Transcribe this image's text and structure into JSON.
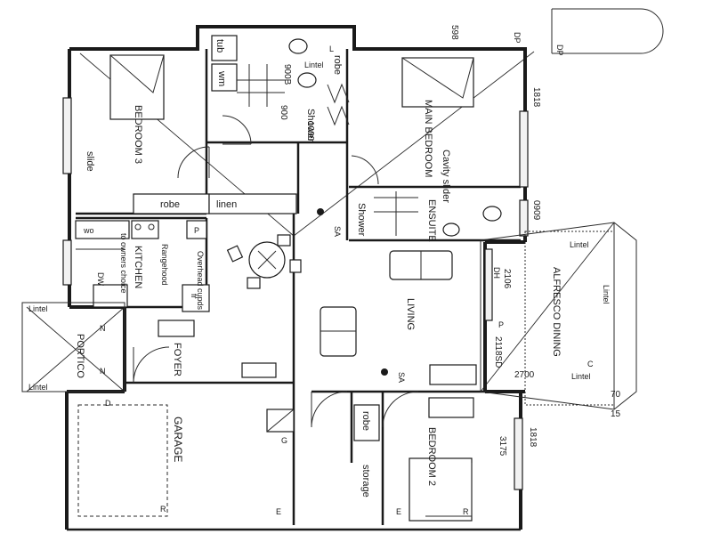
{
  "rooms": {
    "bedroom3": "BEDROOM 3",
    "main_bedroom": "MAIN BEDROOM",
    "ensuite": "ENSUITE",
    "kitchen": "KITCHEN",
    "living": "LIVING",
    "foyer": "FOYER",
    "portico": "PORTICO",
    "garage": "GARAGE",
    "bedroom2": "BEDROOM 2",
    "alfresco": "ALFRESCO DINING"
  },
  "fixtures": {
    "tub": "tub",
    "wm": "wm",
    "robe_top": "robe",
    "shower_top": "Shower",
    "robe_bedroom3": "robe",
    "linen": "linen",
    "cavity_slider": "Cavity slider",
    "shower_ensuite": "Shower",
    "wo": "wo",
    "p_kitchen": "P",
    "to_owners_choice": "to owners choice",
    "rangehood": "Rangehood",
    "overhead_cupds": "Overhead cupds",
    "dw": "DW",
    "fr": "fr",
    "robe_bedroom2": "robe",
    "storage": "storage",
    "slide": "slide",
    "sa_1": "SA",
    "sa_2": "SA"
  },
  "lintels": {
    "top": "Lintel",
    "portico_top": "Lintel",
    "portico_bottom": "Lintel",
    "alfresco_top": "Lintel",
    "alfresco_right": "Lintel",
    "alfresco_bottom": "Lintel"
  },
  "dimensions": {
    "d_598": "598",
    "d_900b": "900B",
    "d_900": "900",
    "d_1000": "1000",
    "d_1818_top": "1818",
    "d_0909": "0909",
    "d_2106": "2106",
    "d_2118sd": "2118SD",
    "d_2700": "2700",
    "d_1818_bottom": "1818",
    "d_3175": "3175",
    "d_15": "15",
    "d_70": "70"
  },
  "markers": {
    "dp_1": "DP",
    "dp_2": "DP",
    "dh": "DH",
    "p_alfresco": "P",
    "n_1": "N",
    "n_2": "N",
    "c": "C",
    "g": "G",
    "r_garage": "R",
    "e_garage": "E",
    "e_bedroom2": "E",
    "r_bedroom2": "R",
    "d": "D",
    "l": "L"
  }
}
